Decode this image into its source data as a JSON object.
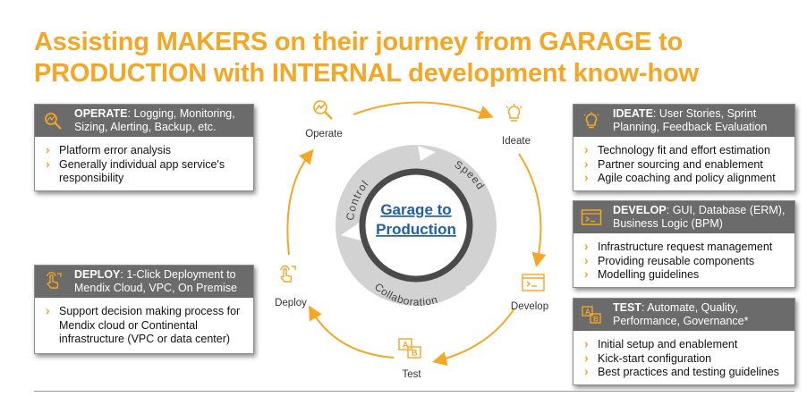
{
  "title": "Assisting MAKERS on their journey from GARAGE to PRODUCTION with INTERNAL development know-how",
  "colors": {
    "accent": "#f5a623",
    "header_bg": "#6b6b6b",
    "ring": "#cfcfcf",
    "link": "#1f5fa8"
  },
  "center": {
    "line1": "Garage to",
    "line2": "Production",
    "ring_labels": [
      "Control",
      "Speed",
      "Collaboration"
    ]
  },
  "cycle": {
    "operate": {
      "label": "Operate",
      "icon": "chart-magnifier-icon"
    },
    "ideate": {
      "label": "Ideate",
      "icon": "lightbulb-icon"
    },
    "develop": {
      "label": "Develop",
      "icon": "terminal-window-icon"
    },
    "test": {
      "label": "Test",
      "icon": "ab-test-icon"
    },
    "deploy": {
      "label": "Deploy",
      "icon": "touch-deploy-icon"
    }
  },
  "cards": {
    "operate": {
      "title": "OPERATE",
      "subtitle": ": Logging, Monitoring, Sizing, Alerting, Backup, etc.",
      "items": [
        "Platform error analysis",
        "Generally individual app service's responsibility"
      ]
    },
    "deploy": {
      "title": "DEPLOY",
      "subtitle": ":  1-Click Deployment to Mendix Cloud, VPC, On Premise",
      "items": [
        "Support decision making process for Mendix cloud or Continental infrastructure (VPC or data center)"
      ]
    },
    "ideate": {
      "title": "IDEATE",
      "subtitle": ": User Stories, Sprint Planning, Feedback Evaluation",
      "items": [
        "Technology fit and effort estimation",
        "Partner sourcing and enablement",
        "Agile coaching and policy alignment"
      ]
    },
    "develop": {
      "title": "DEVELOP",
      "subtitle": ": GUI, Database (ERM), Business Logic (BPM)",
      "items": [
        "Infrastructure request management",
        "Providing reusable components",
        "Modelling guidelines"
      ]
    },
    "test": {
      "title": "TEST",
      "subtitle": ": Automate, Quality, Performance, Governance*",
      "items": [
        "Initial setup and enablement",
        "Kick-start configuration",
        "Best practices and testing guidelines"
      ]
    }
  }
}
